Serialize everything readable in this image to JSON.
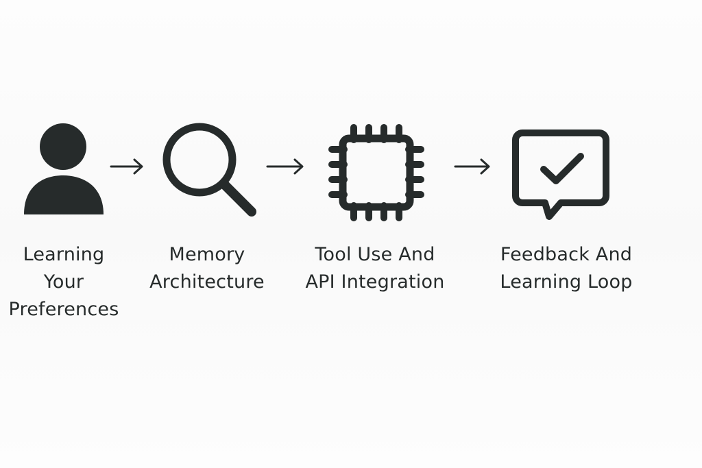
{
  "colors": {
    "icon": "#262b2b",
    "text": "#262b2b",
    "background": "#fcfcfc"
  },
  "steps": [
    {
      "icon": "person-icon",
      "lines": [
        "Learning",
        "Your",
        "Preferences"
      ]
    },
    {
      "icon": "magnifier-icon",
      "lines": [
        "Memory",
        "Architecture"
      ]
    },
    {
      "icon": "chip-icon",
      "lines": [
        "Tool Use And",
        "API Integration"
      ]
    },
    {
      "icon": "speech-bubble-check-icon",
      "lines": [
        "Feedback And",
        "Learning Loop"
      ]
    }
  ],
  "connectors": [
    {
      "icon": "arrow-right-icon"
    },
    {
      "icon": "arrow-right-icon"
    },
    {
      "icon": "arrow-right-icon"
    }
  ]
}
